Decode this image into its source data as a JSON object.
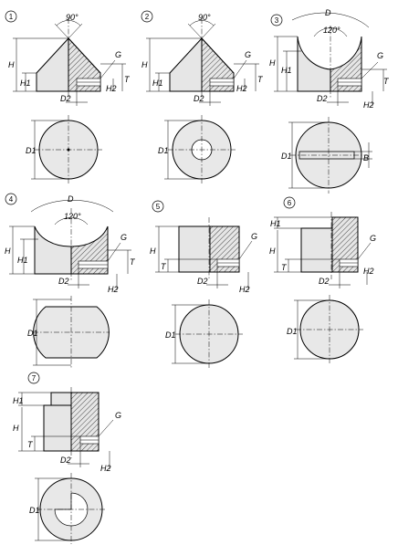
{
  "variants": [
    {
      "number": "1",
      "angle": "90°",
      "labels": {
        "H": "H",
        "H1": "H1",
        "H2": "H2",
        "T": "T",
        "G": "G",
        "D2": "D2",
        "D1": "D1"
      }
    },
    {
      "number": "2",
      "angle": "90°",
      "labels": {
        "H": "H",
        "H1": "H1",
        "H2": "H2",
        "T": "T",
        "G": "G",
        "D2": "D2",
        "D1": "D1"
      }
    },
    {
      "number": "3",
      "angle": "120°",
      "labels": {
        "D": "D",
        "H": "H",
        "H1": "H1",
        "H2": "H2",
        "T": "T",
        "G": "G",
        "D2": "D2",
        "D1": "D1",
        "B": "B"
      }
    },
    {
      "number": "4",
      "angle": "120°",
      "labels": {
        "D": "D",
        "H": "H",
        "H1": "H1",
        "H2": "H2",
        "T": "T",
        "G": "G",
        "D2": "D2",
        "D1": "D1"
      }
    },
    {
      "number": "5",
      "labels": {
        "H": "H",
        "H2": "H2",
        "T": "T",
        "G": "G",
        "D2": "D2",
        "D1": "D1"
      }
    },
    {
      "number": "6",
      "labels": {
        "H1": "H1",
        "H": "H",
        "H2": "H2",
        "T": "T",
        "G": "G",
        "D2": "D2",
        "D1": "D1"
      }
    },
    {
      "number": "7",
      "labels": {
        "H1": "H1",
        "H": "H",
        "H2": "H2",
        "T": "T",
        "G": "G",
        "D2": "D2",
        "D1": "D1"
      }
    }
  ]
}
